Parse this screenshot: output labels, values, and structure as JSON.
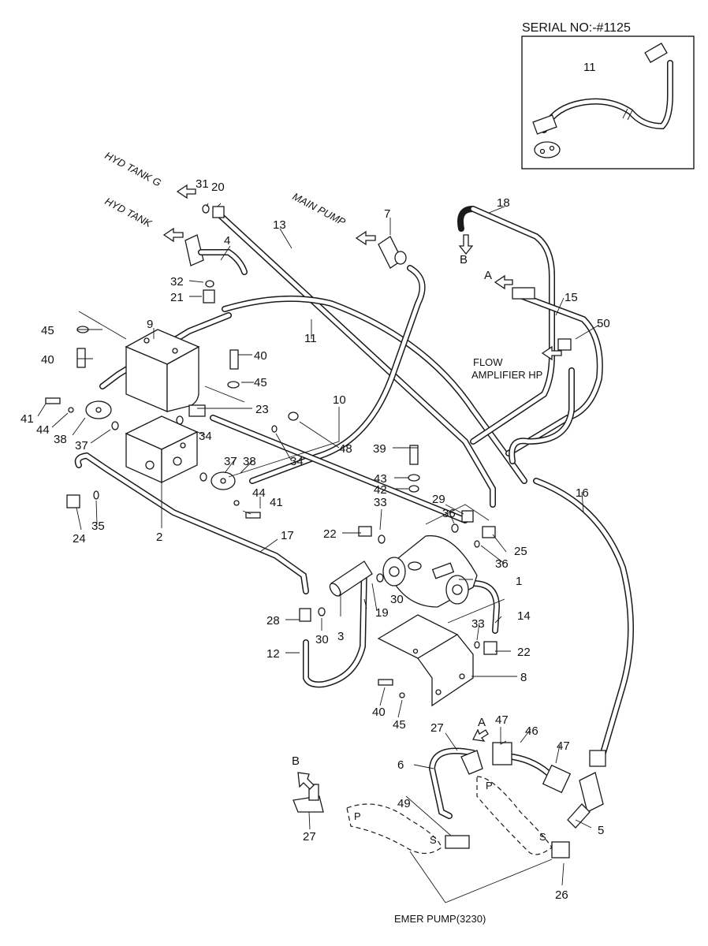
{
  "serial_label": "SERIAL NO:-#1125",
  "callouts": {
    "hyd_tank_g": "HYD TANK G",
    "hyd_tank": "HYD TANK",
    "main_pump": "MAIN PUMP",
    "flow_amplifier": "FLOW",
    "flow_amplifier_2": "AMPLIFIER  HP",
    "emer_pump": "EMER PUMP(3230)",
    "port_a": "A",
    "port_b": "B",
    "port_a2": "A",
    "port_b2": "B",
    "pump_p1": "P",
    "pump_s1": "S",
    "pump_p2": "P",
    "pump_s2": "S"
  },
  "part_numbers": [
    {
      "id": "n11_inset",
      "label": "11"
    },
    {
      "id": "n31",
      "label": "31"
    },
    {
      "id": "n20",
      "label": "20"
    },
    {
      "id": "n13",
      "label": "13"
    },
    {
      "id": "n7",
      "label": "7"
    },
    {
      "id": "n18",
      "label": "18"
    },
    {
      "id": "n4",
      "label": "4"
    },
    {
      "id": "n32",
      "label": "32"
    },
    {
      "id": "n21",
      "label": "21"
    },
    {
      "id": "n9",
      "label": "9"
    },
    {
      "id": "n11",
      "label": "11"
    },
    {
      "id": "n15",
      "label": "15"
    },
    {
      "id": "n50",
      "label": "50"
    },
    {
      "id": "n45a",
      "label": "45"
    },
    {
      "id": "n40a",
      "label": "40"
    },
    {
      "id": "n40b",
      "label": "40"
    },
    {
      "id": "n45b",
      "label": "45"
    },
    {
      "id": "n41a",
      "label": "41"
    },
    {
      "id": "n44a",
      "label": "44"
    },
    {
      "id": "n38a",
      "label": "38"
    },
    {
      "id": "n23",
      "label": "23"
    },
    {
      "id": "n10",
      "label": "10"
    },
    {
      "id": "n37a",
      "label": "37"
    },
    {
      "id": "n34a",
      "label": "34"
    },
    {
      "id": "n34b",
      "label": "34"
    },
    {
      "id": "n48",
      "label": "48"
    },
    {
      "id": "n39",
      "label": "39"
    },
    {
      "id": "n37b",
      "label": "37"
    },
    {
      "id": "n38b",
      "label": "38"
    },
    {
      "id": "n43",
      "label": "43"
    },
    {
      "id": "n42",
      "label": "42"
    },
    {
      "id": "n16",
      "label": "16"
    },
    {
      "id": "n44b",
      "label": "44"
    },
    {
      "id": "n41b",
      "label": "41"
    },
    {
      "id": "n33a",
      "label": "33"
    },
    {
      "id": "n29",
      "label": "29"
    },
    {
      "id": "n36a",
      "label": "36"
    },
    {
      "id": "n25",
      "label": "25"
    },
    {
      "id": "n24",
      "label": "24"
    },
    {
      "id": "n35",
      "label": "35"
    },
    {
      "id": "n2",
      "label": "2"
    },
    {
      "id": "n17",
      "label": "17"
    },
    {
      "id": "n22a",
      "label": "22"
    },
    {
      "id": "n36b",
      "label": "36"
    },
    {
      "id": "n1",
      "label": "1"
    },
    {
      "id": "n30a",
      "label": "30"
    },
    {
      "id": "n19",
      "label": "19"
    },
    {
      "id": "n14",
      "label": "14"
    },
    {
      "id": "n28",
      "label": "28"
    },
    {
      "id": "n30b",
      "label": "30"
    },
    {
      "id": "n3",
      "label": "3"
    },
    {
      "id": "n33b",
      "label": "33"
    },
    {
      "id": "n22b",
      "label": "22"
    },
    {
      "id": "n12",
      "label": "12"
    },
    {
      "id": "n8",
      "label": "8"
    },
    {
      "id": "n40c",
      "label": "40"
    },
    {
      "id": "n45c",
      "label": "45"
    },
    {
      "id": "n27a",
      "label": "27"
    },
    {
      "id": "n47a",
      "label": "47"
    },
    {
      "id": "n46",
      "label": "46"
    },
    {
      "id": "n47b",
      "label": "47"
    },
    {
      "id": "n6",
      "label": "6"
    },
    {
      "id": "n49",
      "label": "49"
    },
    {
      "id": "n27b",
      "label": "27"
    },
    {
      "id": "n5",
      "label": "5"
    },
    {
      "id": "n26",
      "label": "26"
    }
  ]
}
